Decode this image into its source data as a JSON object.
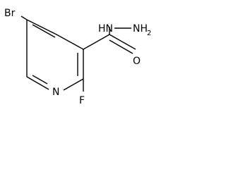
{
  "structure": {
    "atoms": {
      "bromine": "Br",
      "ring_nitrogen": "N",
      "fluorine": "F",
      "carbonyl_oxygen": "O",
      "hydrazide_nh": "HN",
      "terminal_nh": "NH",
      "terminal_h_subscript": "2"
    },
    "colors": {
      "bond": "#000000",
      "text": "#000000",
      "background": "#ffffff"
    }
  }
}
